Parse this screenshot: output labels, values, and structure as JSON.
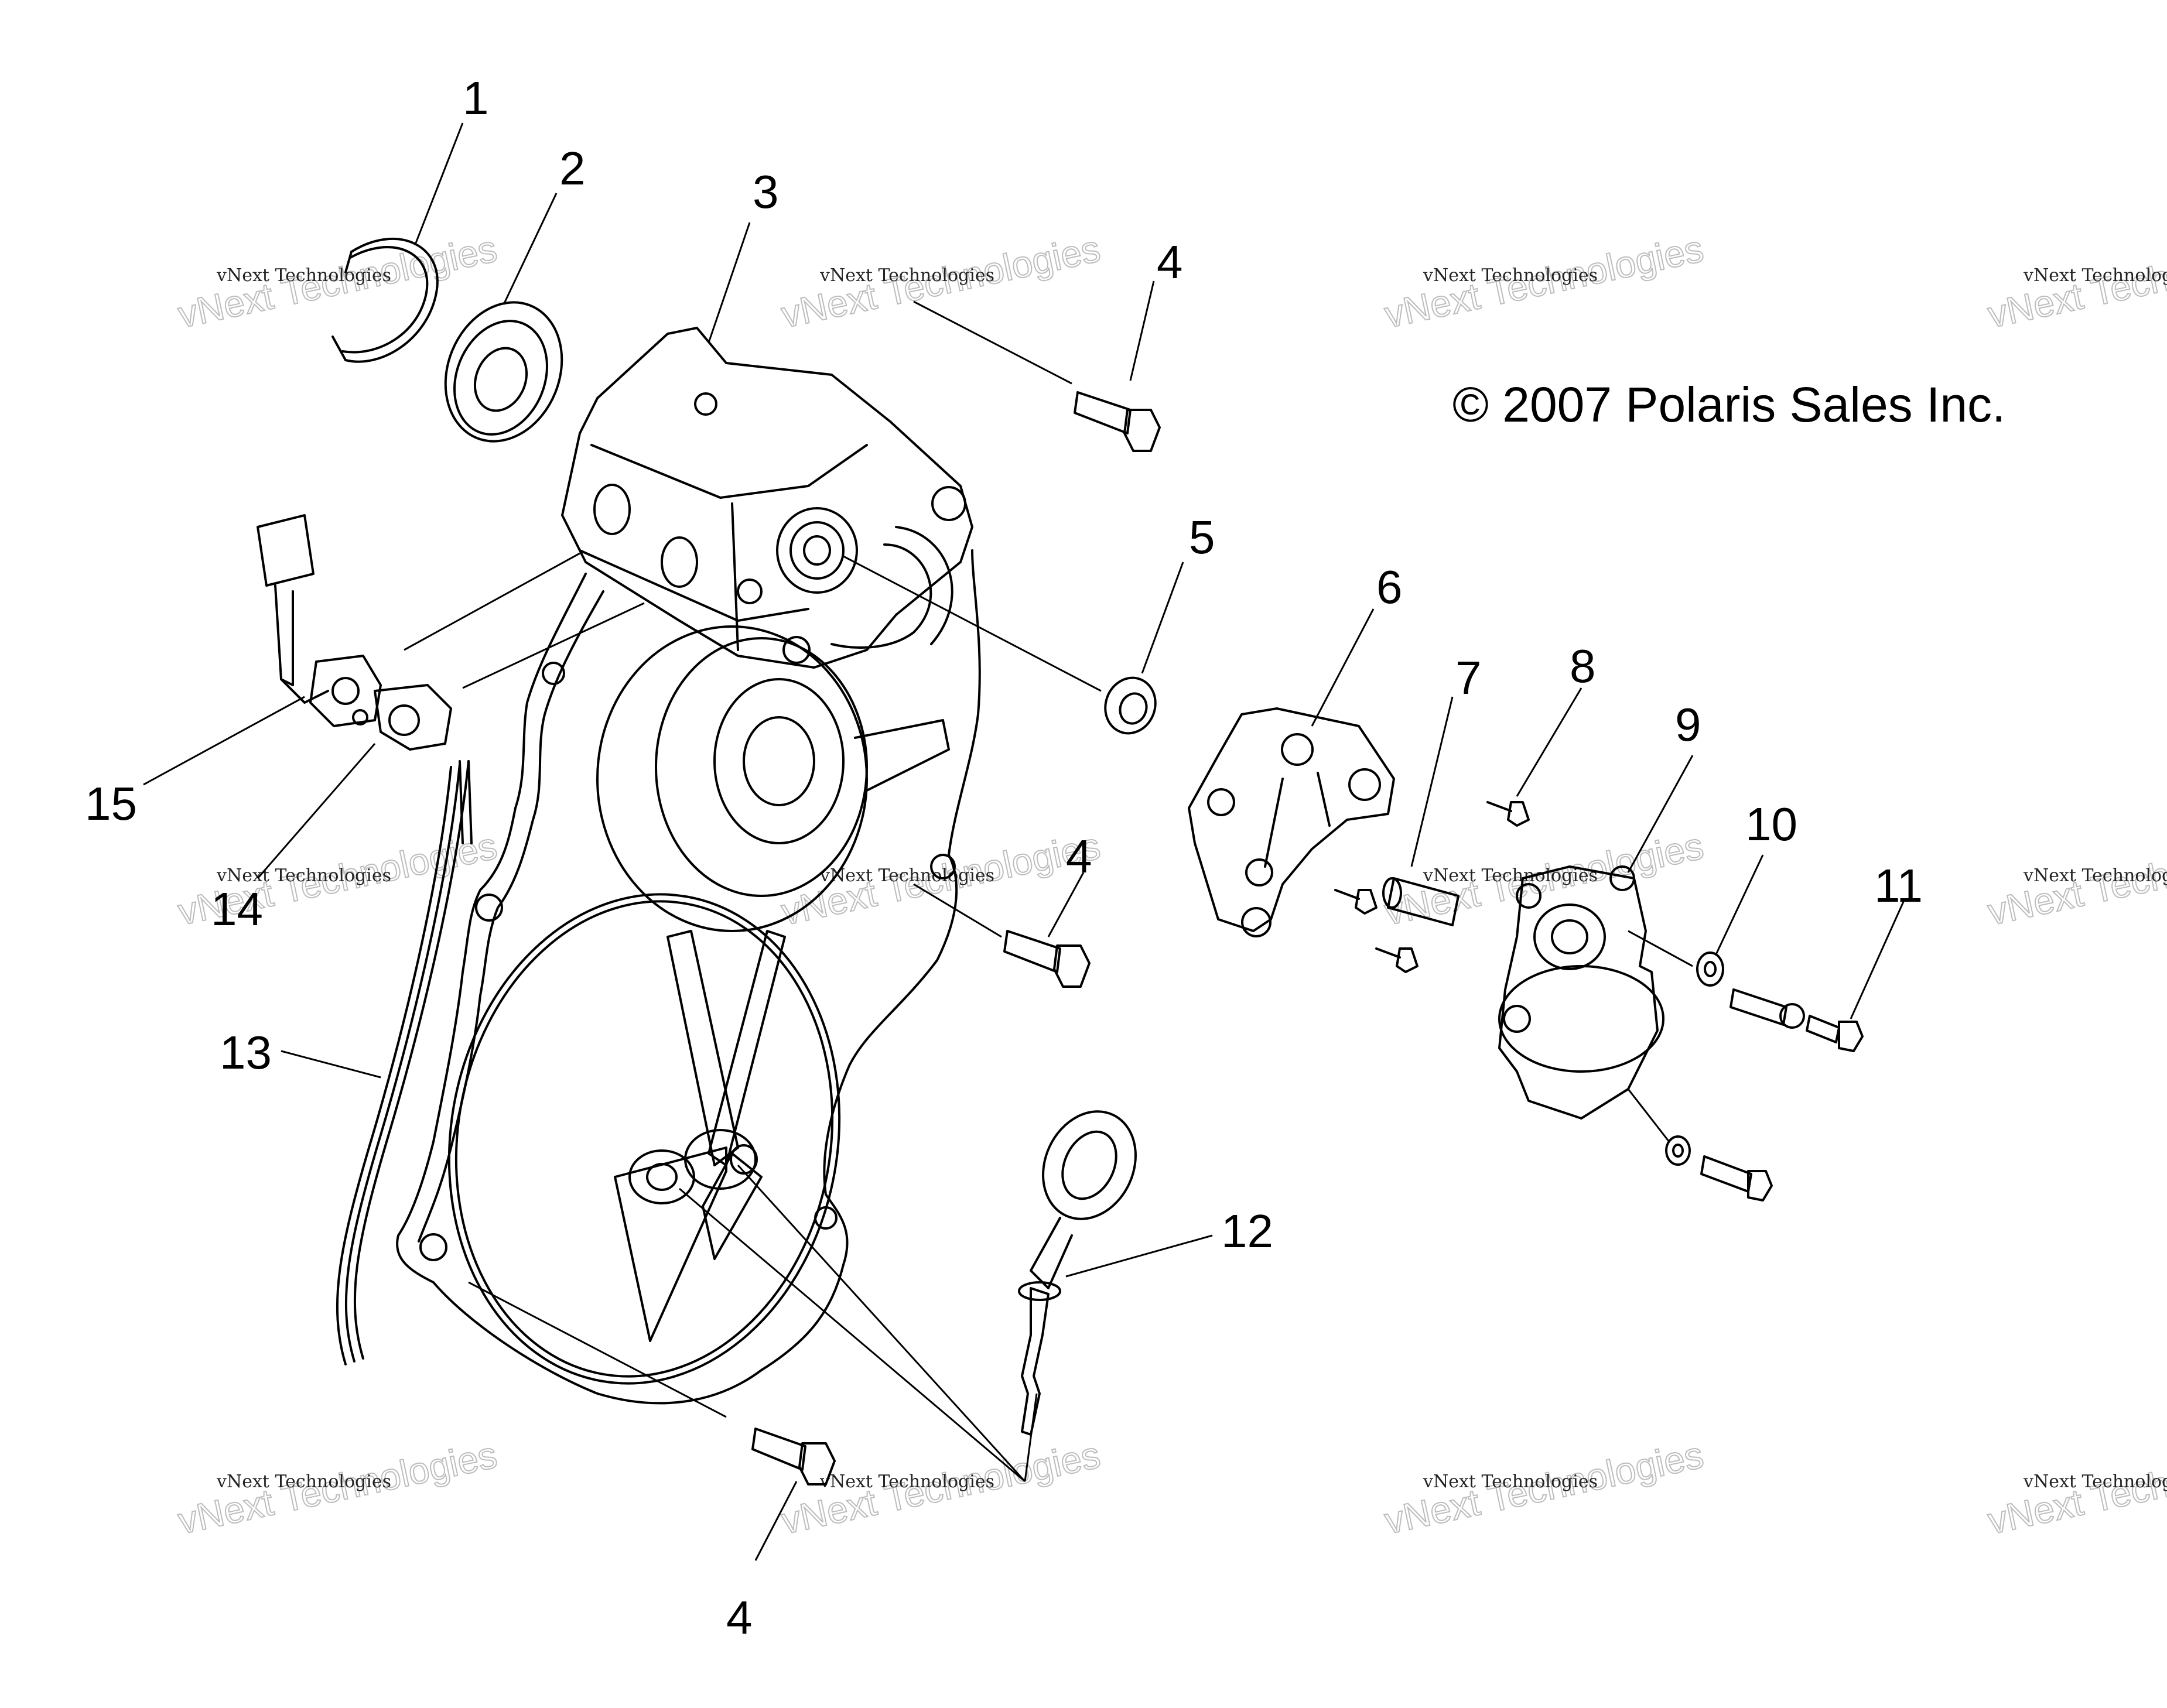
{
  "diagram": {
    "copyright": "© 2007 Polaris Sales Inc.",
    "watermark": {
      "small": "vNext Technologies",
      "big": "vNext Technologies"
    },
    "callouts": [
      {
        "id": "c1",
        "label": "1"
      },
      {
        "id": "c2",
        "label": "2"
      },
      {
        "id": "c3",
        "label": "3"
      },
      {
        "id": "c4a",
        "label": "4"
      },
      {
        "id": "c4b",
        "label": "4"
      },
      {
        "id": "c4c",
        "label": "4"
      },
      {
        "id": "c5",
        "label": "5"
      },
      {
        "id": "c6",
        "label": "6"
      },
      {
        "id": "c7",
        "label": "7"
      },
      {
        "id": "c8",
        "label": "8"
      },
      {
        "id": "c9",
        "label": "9"
      },
      {
        "id": "c10",
        "label": "10"
      },
      {
        "id": "c11",
        "label": "11"
      },
      {
        "id": "c12",
        "label": "12"
      },
      {
        "id": "c13",
        "label": "13"
      },
      {
        "id": "c14",
        "label": "14"
      },
      {
        "id": "c15",
        "label": "15"
      }
    ]
  }
}
